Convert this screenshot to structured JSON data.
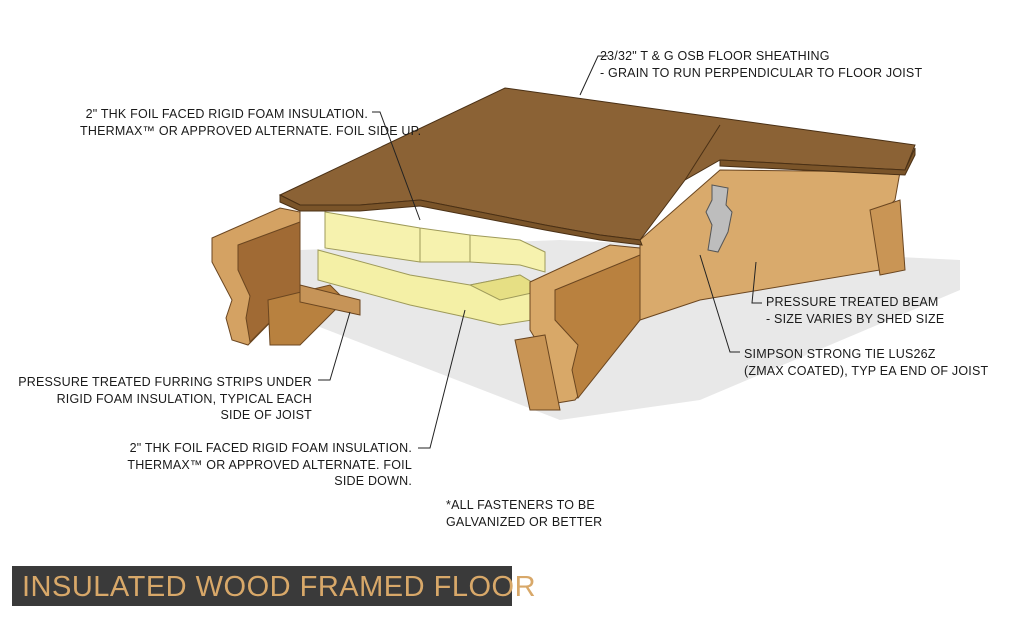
{
  "callouts": {
    "sheathing": [
      "23/32\" T & G OSB FLOOR SHEATHING",
      "- GRAIN TO RUN PERPENDICULAR TO FLOOR JOIST"
    ],
    "foam_top": [
      "2\" THK FOIL FACED RIGID FOAM INSULATION.",
      "THERMAX™ OR APPROVED ALTERNATE. FOIL SIDE UP."
    ],
    "beam": [
      "PRESSURE TREATED BEAM",
      "- SIZE VARIES BY SHED SIZE"
    ],
    "hanger": [
      "SIMPSON STRONG TIE LUS26Z",
      "(ZMAX COATED), TYP EA END OF JOIST"
    ],
    "furring": [
      "PRESSURE TREATED FURRING STRIPS UNDER",
      "RIGID FOAM INSULATION, TYPICAL EACH",
      "SIDE OF JOIST"
    ],
    "foam_bottom": [
      "2\" THK FOIL FACED RIGID FOAM INSULATION.",
      "THERMAX™ OR APPROVED ALTERNATE. FOIL",
      "SIDE DOWN."
    ],
    "fasteners": [
      "*ALL FASTENERS TO BE",
      "GALVANIZED OR BETTER"
    ]
  },
  "title": "INSULATED WOOD FRAMED FLOOR",
  "colors": {
    "osb_top": "#8b6235",
    "wood_light": "#d8a868",
    "wood_mid": "#c08a4e",
    "wood_dark": "#8a5a2c",
    "foam": "#f4f0a6",
    "foam_shade": "#e6df84",
    "shadow": "#e6e6e6",
    "hanger": "#b9b9b9",
    "title_bg": "#3a3a3a",
    "title_fg": "#d8a869"
  }
}
